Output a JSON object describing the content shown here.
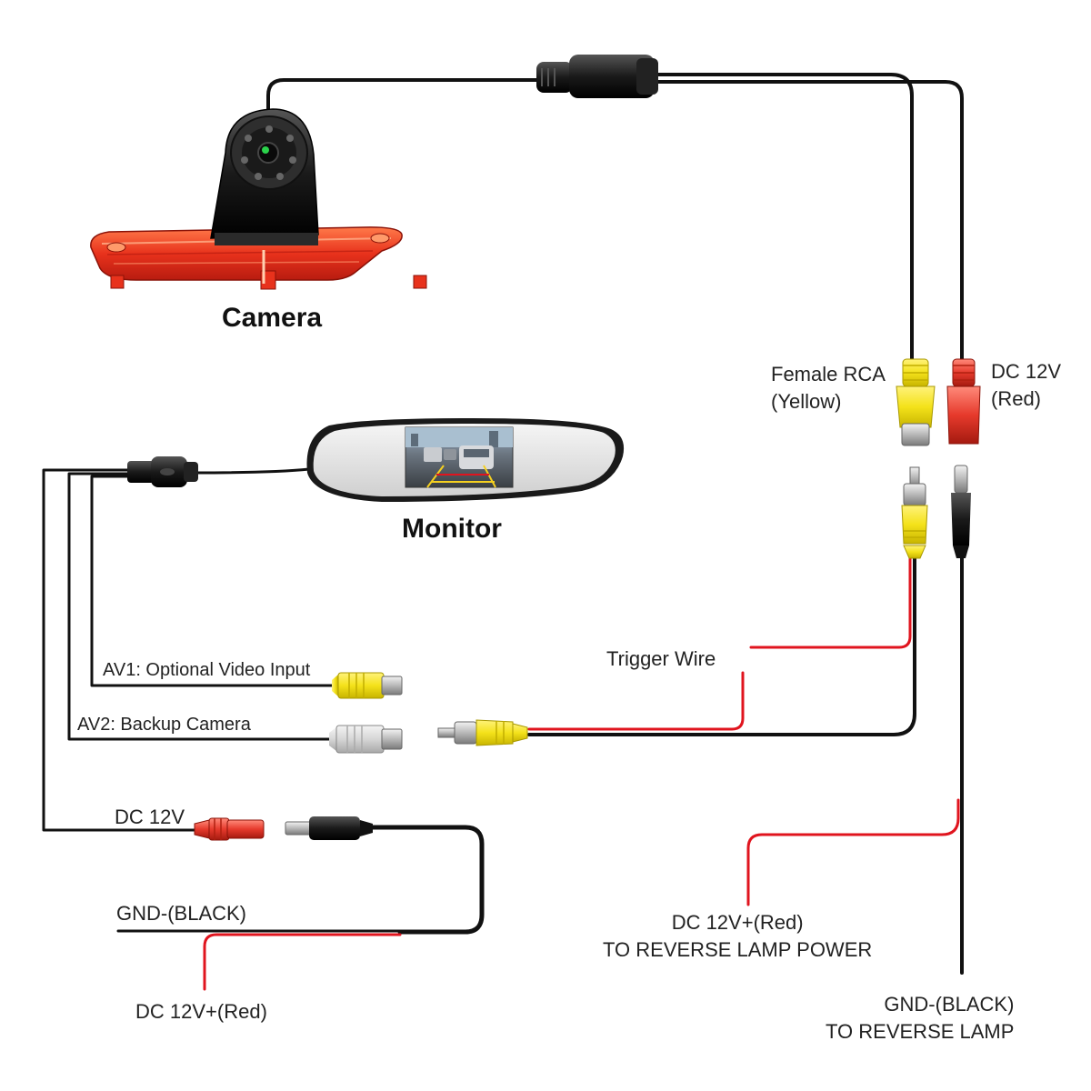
{
  "diagram": {
    "title_camera": "Camera",
    "title_monitor": "Monitor",
    "female_rca": "Female RCA\n(Yellow)",
    "dc12v_red_top": "DC 12V\n(Red)",
    "trigger_wire": "Trigger Wire",
    "av1": "AV1: Optional Video Input",
    "av2": "AV2: Backup Camera",
    "dc12v_left": "DC 12V",
    "gnd_black_left": "GND-(BLACK)",
    "dc12v_plus_red_left": "DC 12V+(Red)",
    "dc12v_plus_reverse": "DC 12V+(Red)\nTO REVERSE LAMP POWER",
    "gnd_reverse": "GND-(BLACK)\nTO REVERSE LAMP",
    "colors": {
      "wire_black": "#111111",
      "wire_red": "#e0141e",
      "rca_yellow": "#f4e21a",
      "plug_red": "#e63a2c",
      "plug_white": "#d8d8d8",
      "camera_lens_body": "#222222",
      "brake_light": "#e8321c"
    }
  }
}
